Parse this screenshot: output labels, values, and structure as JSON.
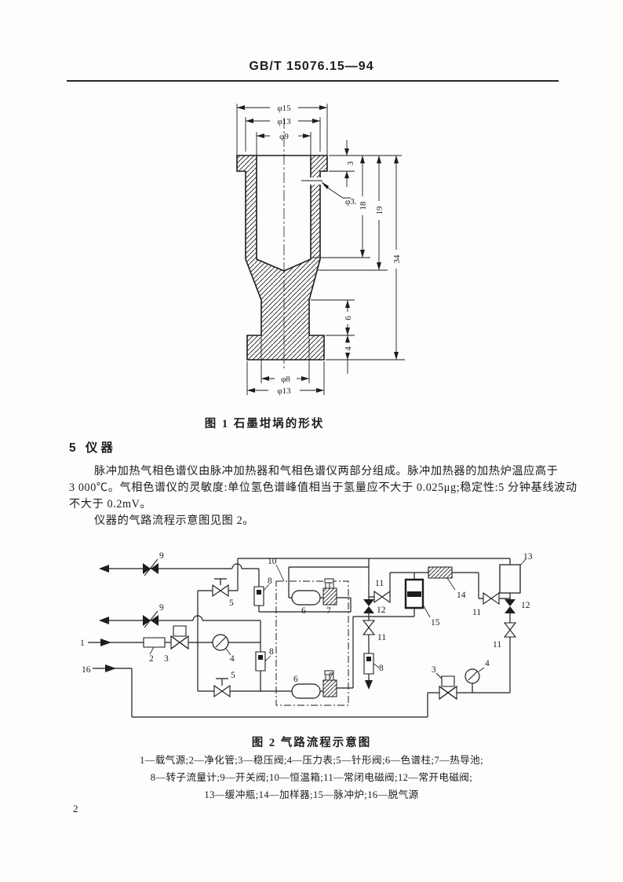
{
  "header": {
    "standard_code": "GB/T 15076.15—94"
  },
  "figure1": {
    "caption": "图 1  石墨坩埚的形状",
    "dims": {
      "phi15": "φ15",
      "phi13_top": "φ13",
      "phi9": "φ9",
      "phi3": "φ3.",
      "h3": "3",
      "h18": "18",
      "h19": "19",
      "h34": "34",
      "h6": "6",
      "h4": "4",
      "phi8": "φ8",
      "phi13_bottom": "φ13"
    }
  },
  "section5": {
    "number_title": "5  仪器",
    "body_lines": [
      "脉冲加热气相色谱仪由脉冲加热器和气相色谱仪两部分组成。脉冲加热器的加热炉温应高于",
      "3 000℃。气相色谱仪的灵敏度:单位氢色谱峰值相当于氢量应不大于 0.025μg;稳定性:5 分钟基线波动",
      "不大于 0.2mV。",
      "仪器的气路流程示意图见图 2。"
    ]
  },
  "figure2": {
    "caption": "图 2  气路流程示意图",
    "legend_lines": [
      "1—载气源;2—净化管;3—稳压阀;4—压力表;5—针形阀;6—色谱柱;7—热导池;",
      "8—转子流量计;9—开关阀;10—恒温箱;11—常闭电磁阀;12—常开电磁阀;",
      "13—缓冲瓶;14—加样器;15—脉冲炉;16—脱气源"
    ],
    "labels": {
      "n1": "1",
      "n2": "2",
      "n3": "3",
      "n4": "4",
      "n5": "5",
      "n6": "6",
      "n7": "7",
      "n8": "8",
      "n9": "9",
      "n10": "10",
      "n11": "11",
      "n12": "12",
      "n13": "13",
      "n14": "14",
      "n15": "15",
      "n16": "16"
    }
  },
  "page_number": "2"
}
